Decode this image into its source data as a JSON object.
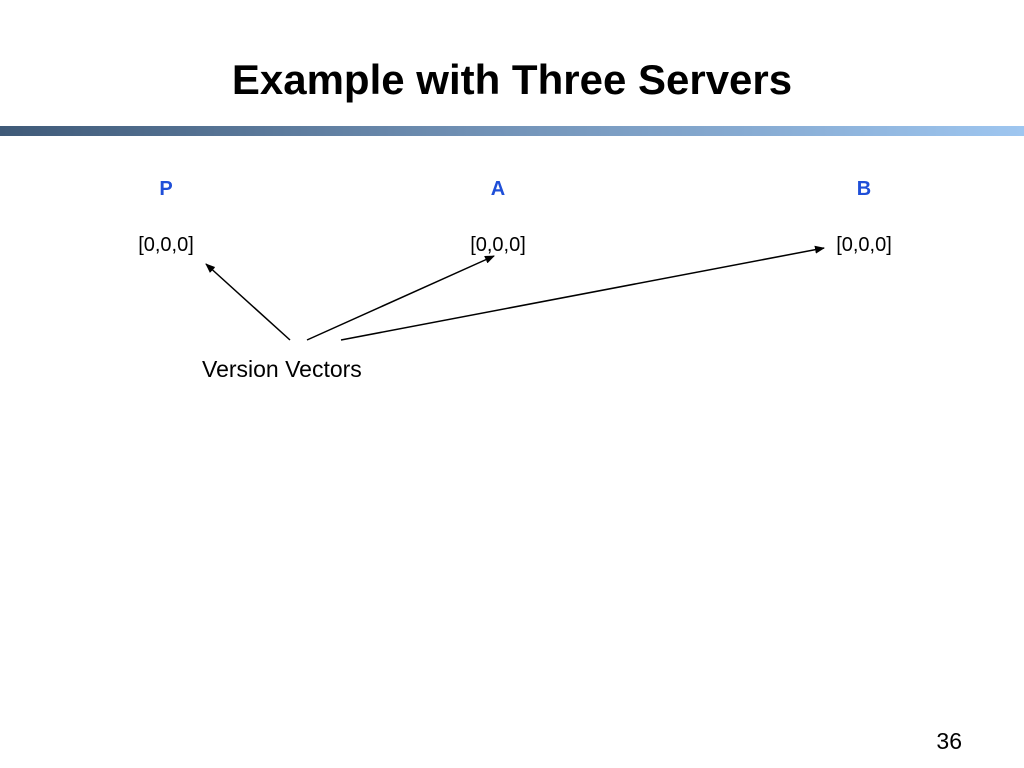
{
  "slide": {
    "title": "Example with Three Servers",
    "page_number": "36"
  },
  "servers": [
    {
      "name": "P",
      "vector": "[0,0,0]"
    },
    {
      "name": "A",
      "vector": "[0,0,0]"
    },
    {
      "name": "B",
      "vector": "[0,0,0]"
    }
  ],
  "caption": "Version Vectors",
  "colors": {
    "server_label": "#1f4fd8",
    "text": "#000000",
    "arrow": "#000000",
    "title_bar_start": "#3f5a78",
    "title_bar_end": "#9ec6f0"
  },
  "connections": [
    {
      "from": "Version Vectors",
      "to": "P"
    },
    {
      "from": "Version Vectors",
      "to": "A"
    },
    {
      "from": "Version Vectors",
      "to": "B"
    }
  ]
}
